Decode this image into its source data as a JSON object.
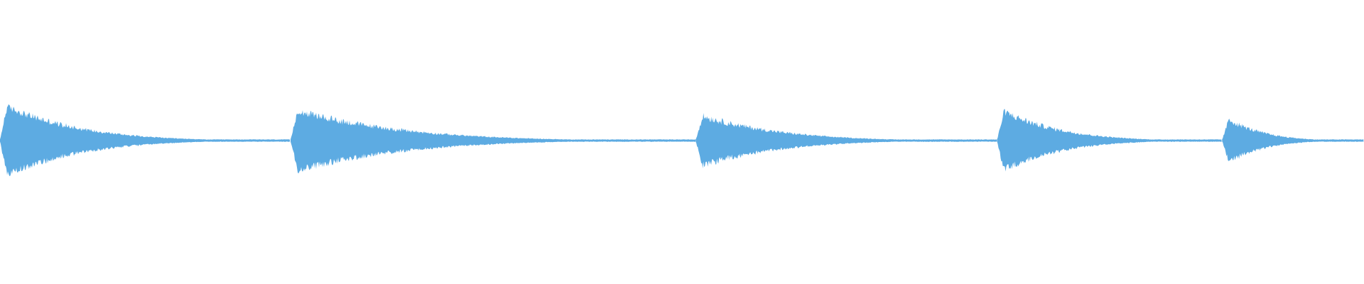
{
  "waveform": {
    "color": "#5dabe2",
    "background": "#ffffff",
    "note_onsets": [
      0.0,
      0.213,
      0.51,
      0.731,
      0.896
    ],
    "note_peak_amplitudes": [
      1.0,
      0.86,
      0.72,
      0.88,
      0.68
    ]
  }
}
